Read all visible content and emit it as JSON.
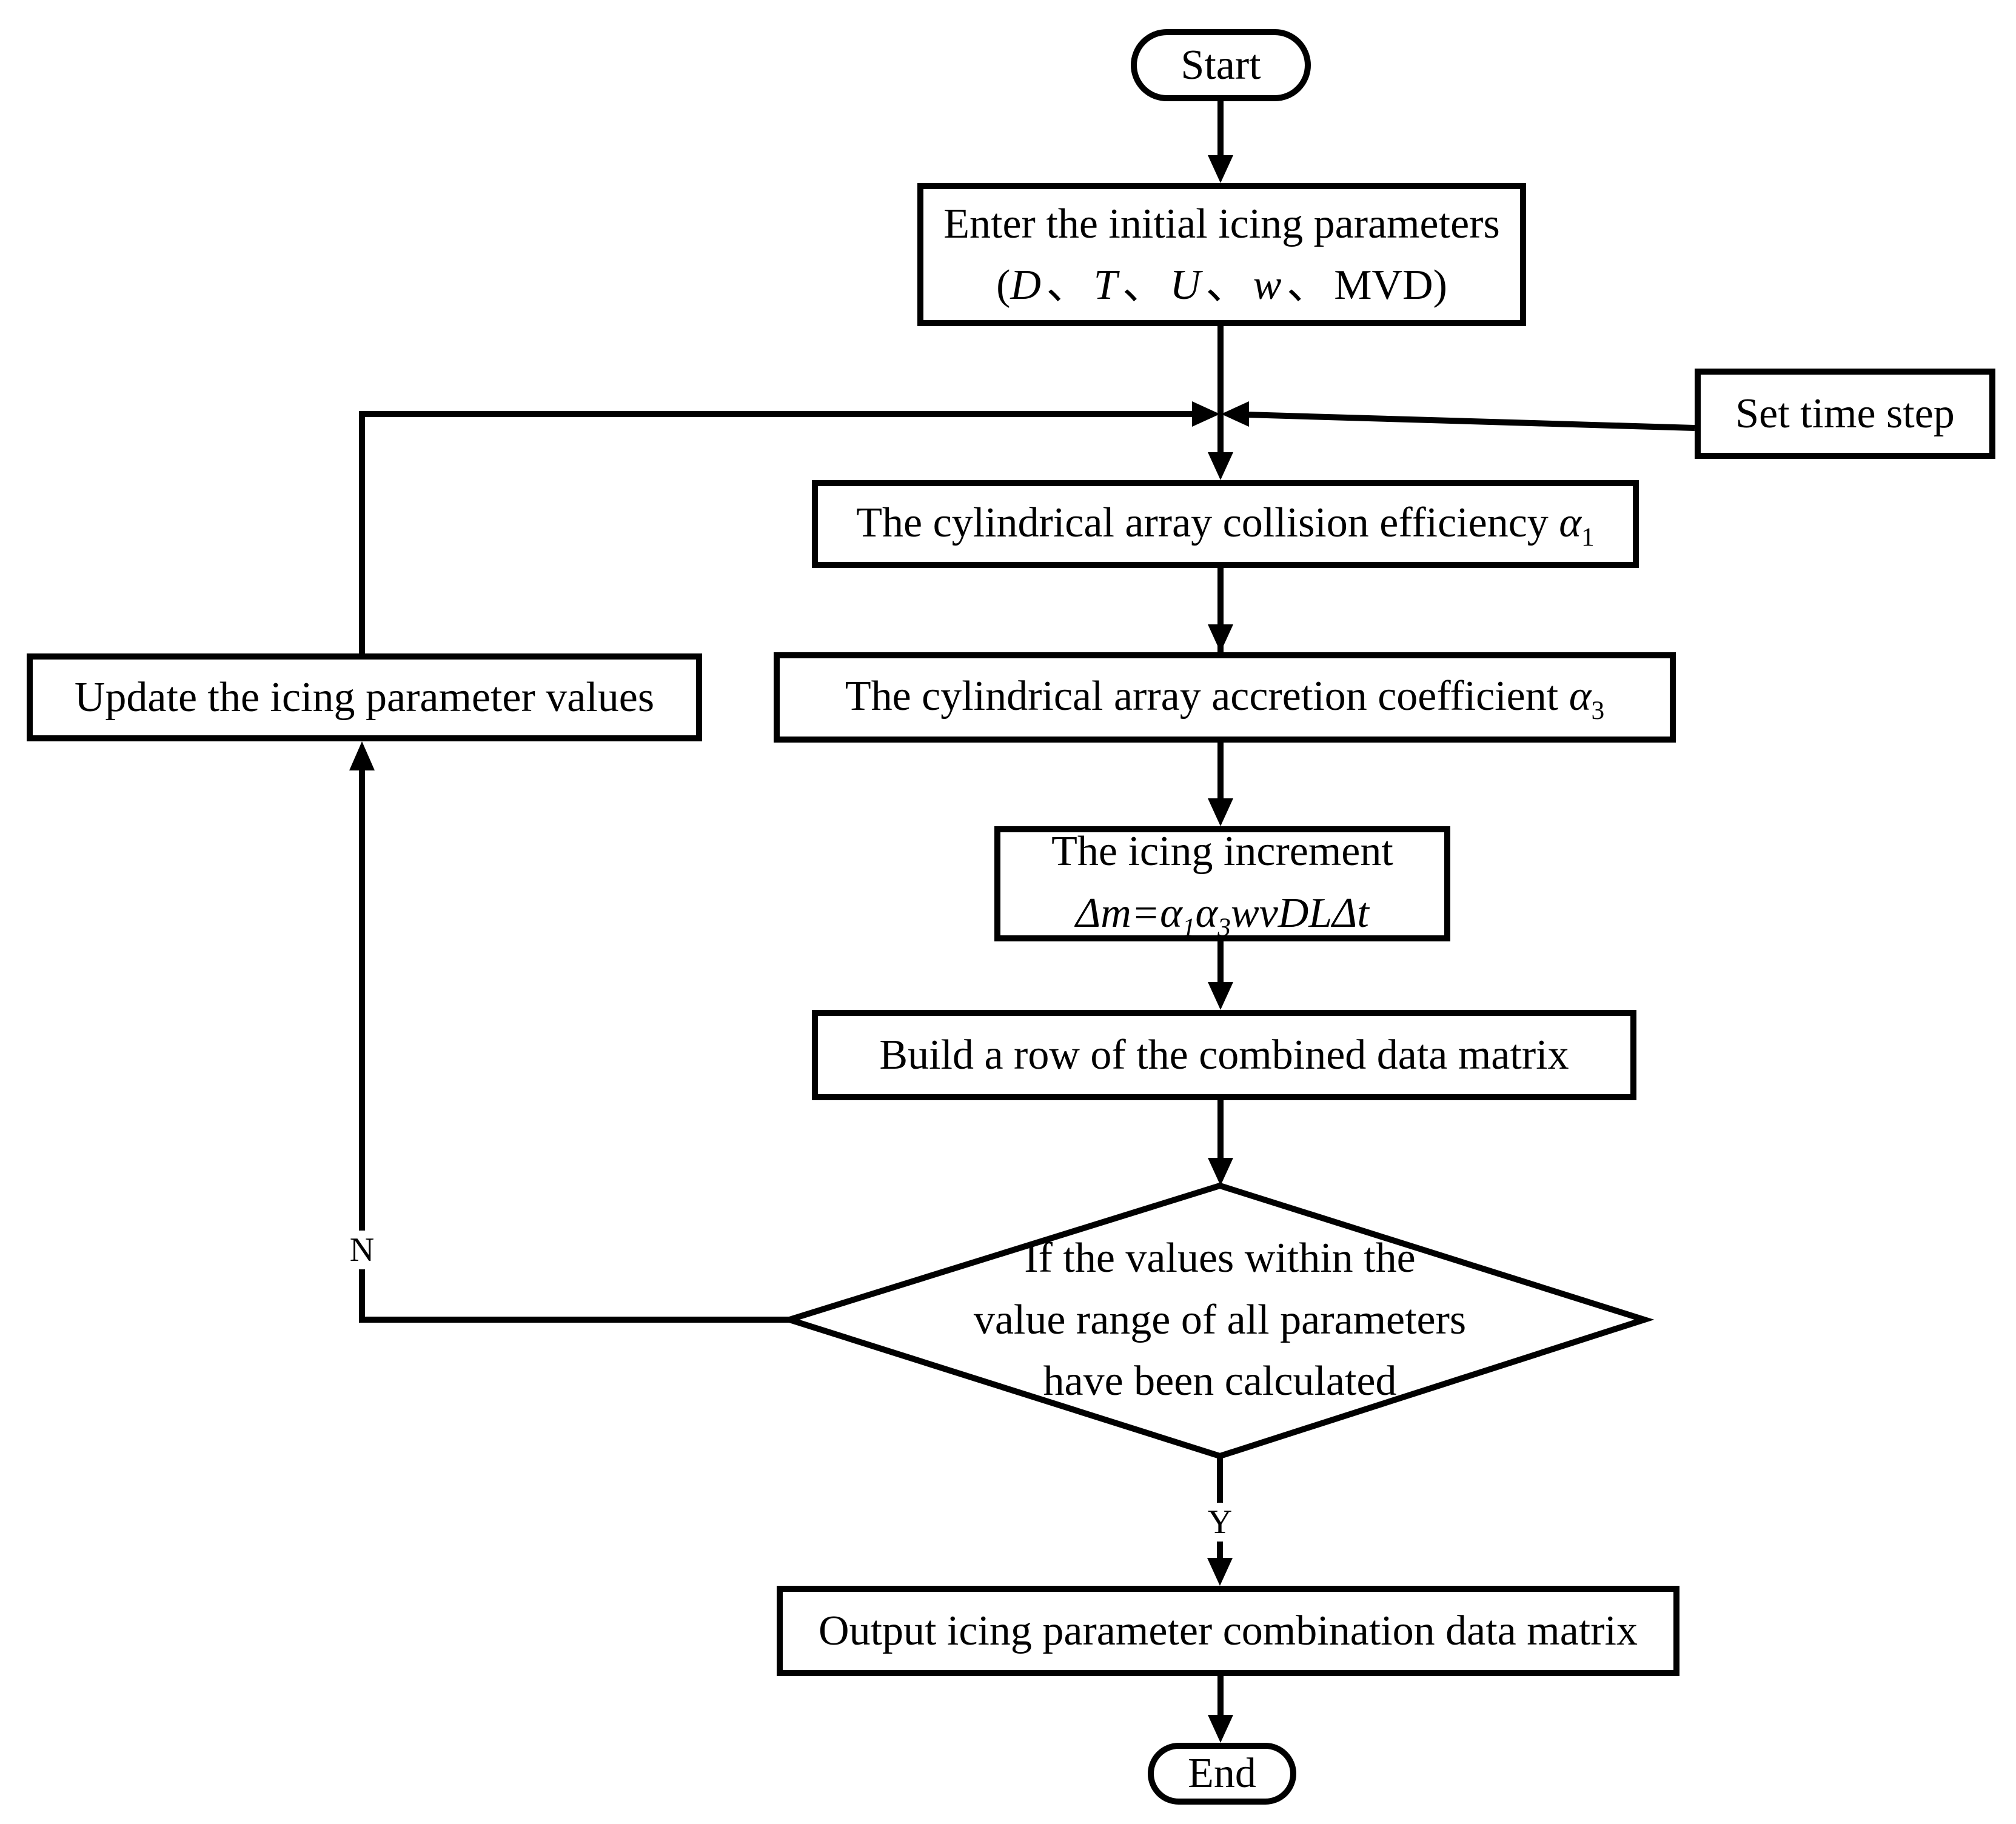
{
  "diagram": {
    "kind": "flowchart",
    "colors": {
      "line": "#000000",
      "background": "#ffffff",
      "text": "#000000"
    },
    "nodes": {
      "start": {
        "label": "Start"
      },
      "enter": {
        "line1": "Enter the initial icing parameters",
        "open": "(",
        "param_d": "D",
        "param_t": "T",
        "param_u": "U",
        "param_w": "w",
        "param_mvd": "MVD",
        "comma": "、",
        "close": ")"
      },
      "set_time": {
        "label": "Set time step"
      },
      "collision": {
        "text": "The cylindrical array collision efficiency ",
        "sym": "α",
        "sub": "1"
      },
      "accretion": {
        "text": "The cylindrical array accretion coefficient ",
        "sym": "α",
        "sub": "3"
      },
      "increment": {
        "line1": "The icing increment",
        "f1": "Δm=α",
        "s1": "1",
        "f2": "α",
        "s2": "3",
        "f3": "wvDLΔt"
      },
      "build": {
        "label": "Build a row of the combined data matrix"
      },
      "decision": {
        "line1": "If the values within the",
        "line2": "value range of all parameters",
        "line3": "have been calculated"
      },
      "output": {
        "label": "Output icing parameter combination data matrix"
      },
      "end": {
        "label": "End"
      },
      "update": {
        "label": "Update the icing parameter values"
      }
    },
    "edges": {
      "yes": "Y",
      "no": "N"
    }
  }
}
